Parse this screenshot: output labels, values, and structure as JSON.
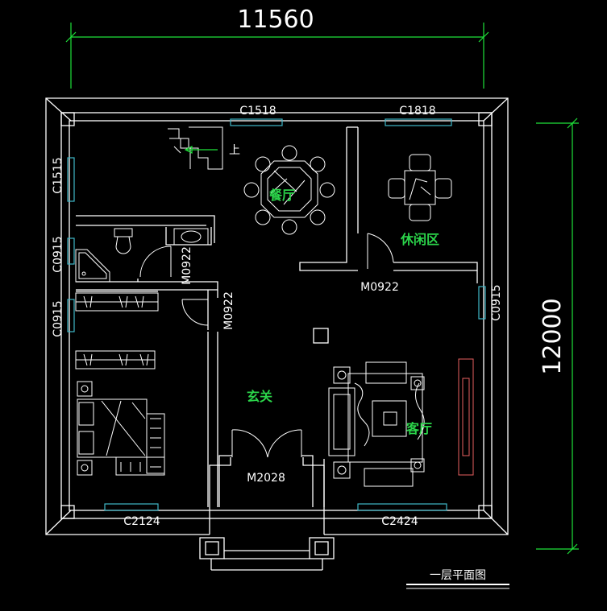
{
  "dimensions": {
    "width": "11560",
    "height": "12000"
  },
  "windows": {
    "dining_top": "C1518",
    "lounge_top": "C1818",
    "left_upper": "C1515",
    "bath_left": "C0915",
    "bed_left": "C0915",
    "right": "C0915",
    "bed_bottom": "C2124",
    "living_bottom": "C2424"
  },
  "doors": {
    "bath": "M0922",
    "bedroom": "M0922",
    "lounge": "M0922",
    "entrance": "M2028"
  },
  "rooms": {
    "dining": "餐厅",
    "lounge": "休闲区",
    "foyer": "玄关",
    "living": "客厅"
  },
  "stair_label": "上",
  "title": "一层平面图"
}
